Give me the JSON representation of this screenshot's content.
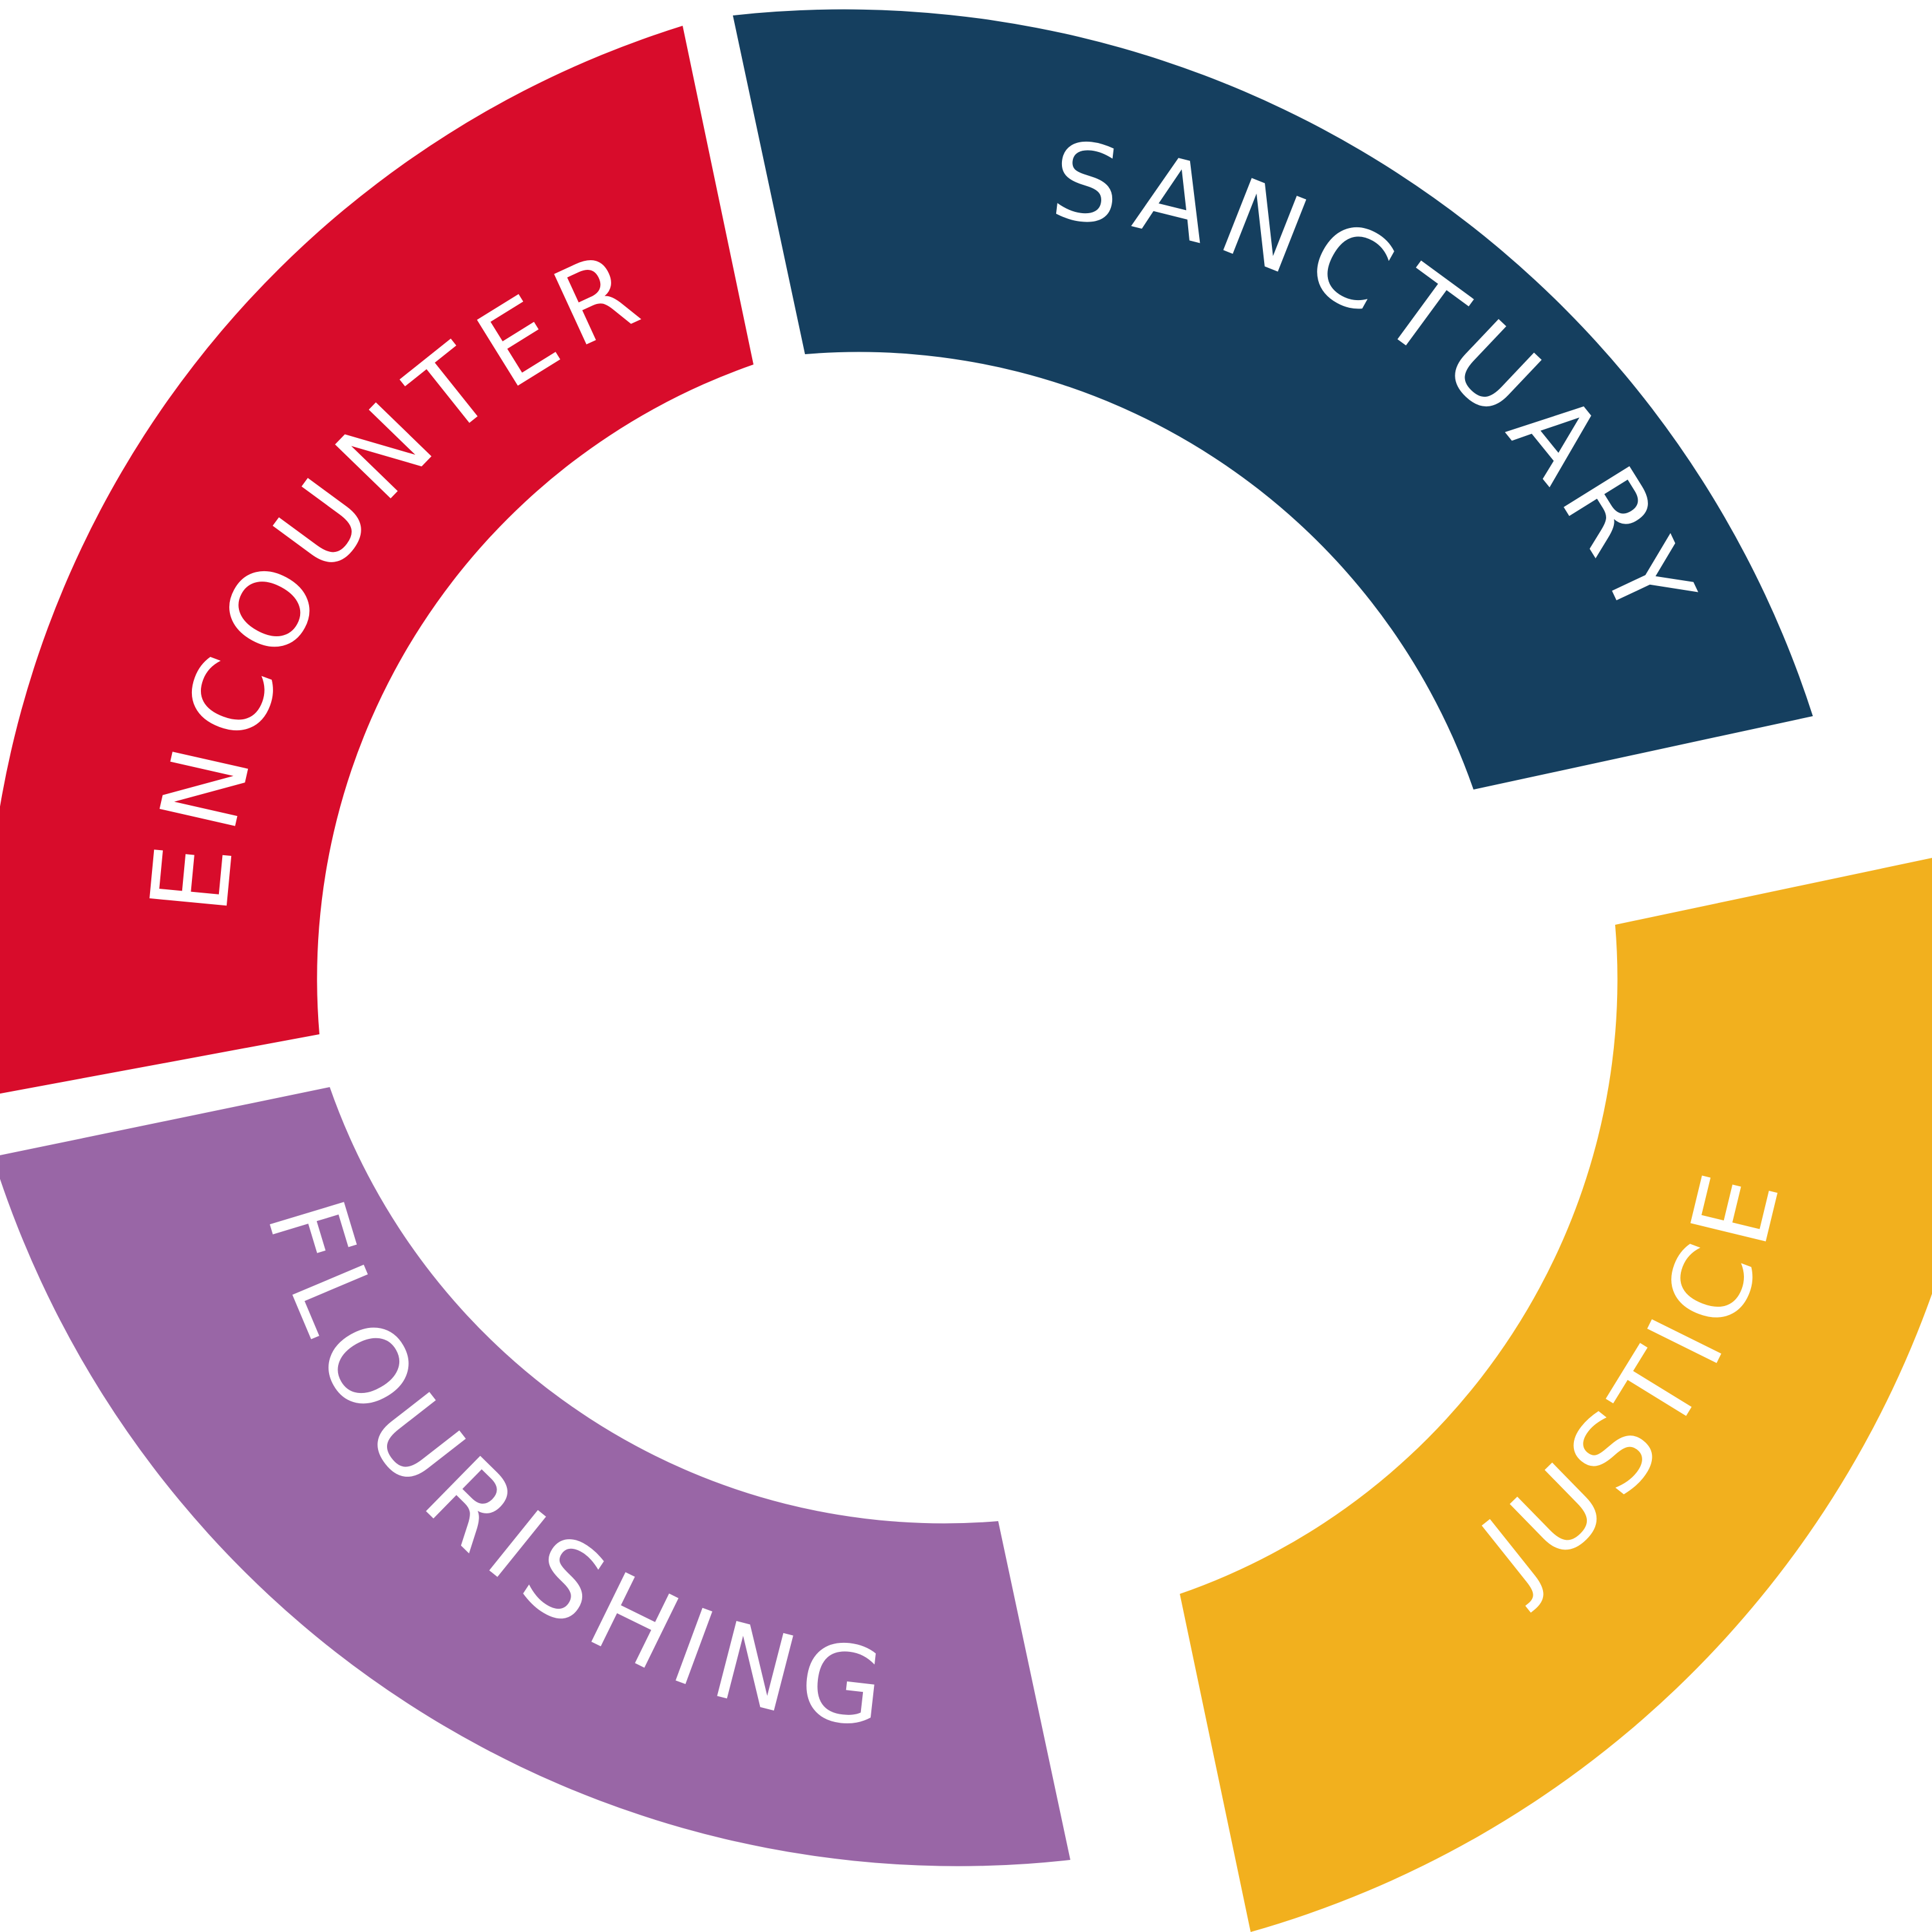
{
  "segments": [
    {
      "id": "encounter",
      "label": "ENCOUNTER",
      "color": "#d80c2b"
    },
    {
      "id": "sanctuary",
      "label": "SANCTUARY",
      "color": "#153f5f"
    },
    {
      "id": "justice",
      "label": "JUSTICE",
      "color": "#f2b01e"
    },
    {
      "id": "flourishing",
      "label": "FLOURISHING",
      "color": "#9966a6"
    }
  ],
  "background_color": "#ffffff"
}
